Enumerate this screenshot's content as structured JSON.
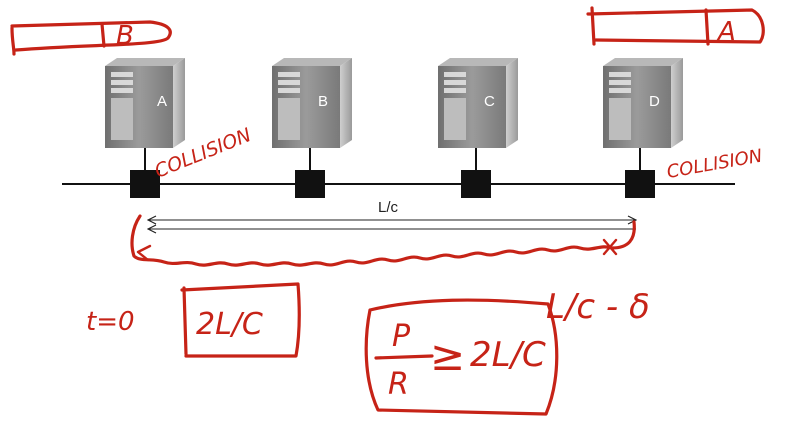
{
  "stations": [
    {
      "label": "A"
    },
    {
      "label": "B"
    },
    {
      "label": "C"
    },
    {
      "label": "D"
    }
  ],
  "distance_label": "L/c",
  "annotations": {
    "top_left_box": "B",
    "top_right_box": "A",
    "collision_left": "COLLISION",
    "collision_right": "COLLISION",
    "t_zero": "t=0",
    "round_trip": "2L/C",
    "late_start": "L/c - δ",
    "condition_numerator": "P",
    "condition_denominator": "R",
    "condition_relation": "≥",
    "condition_rhs": "2L/C"
  },
  "colors": {
    "ink": "#c62317",
    "bus": "#111111",
    "server_body": "#8a8a8a"
  }
}
